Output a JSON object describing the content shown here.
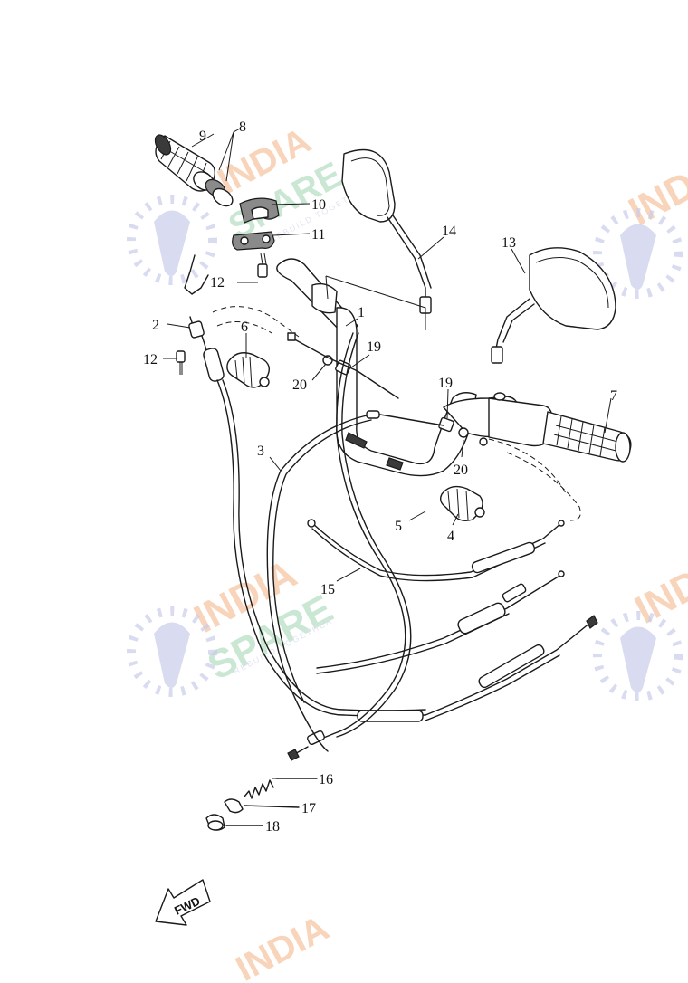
{
  "watermark": {
    "line1": "INDIA",
    "line2": "SPARE",
    "tagline": "REBUILD TOGETHER",
    "colors": {
      "orange": "#f4b183",
      "green": "#9fd5b0",
      "blue": "#c9cdea"
    }
  },
  "fwd_label": "FWD",
  "callouts": {
    "c1": "1",
    "c2": "2",
    "c3": "3",
    "c4": "4",
    "c5": "5",
    "c6": "6",
    "c7": "7",
    "c8": "8",
    "c9": "9",
    "c10": "10",
    "c11": "11",
    "c12a": "12",
    "c12b": "12",
    "c13": "13",
    "c14": "14",
    "c15": "15",
    "c16": "16",
    "c17": "17",
    "c18": "18",
    "c19a": "19",
    "c19b": "19",
    "c20a": "20",
    "c20b": "20"
  }
}
